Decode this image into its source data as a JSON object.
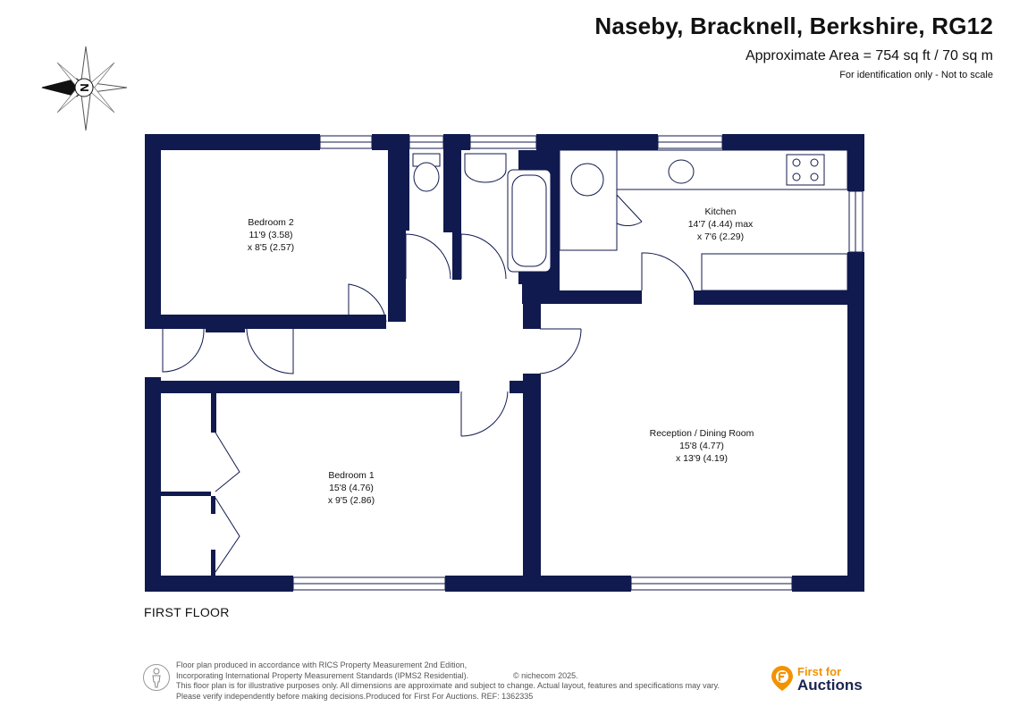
{
  "header": {
    "title": "Naseby, Bracknell, Berkshire, RG12",
    "area": "Approximate Area = 754 sq ft / 70 sq m",
    "identification": "For identification only - Not to scale"
  },
  "compass": {
    "letter": "N",
    "icon": "compass-rose-icon"
  },
  "rooms": {
    "bedroom2": {
      "name": "Bedroom 2",
      "dim1": "11'9 (3.58)",
      "dim2": "x 8'5 (2.57)"
    },
    "kitchen": {
      "name": "Kitchen",
      "dim1": "14'7 (4.44) max",
      "dim2": "x 7'6 (2.29)"
    },
    "bedroom1": {
      "name": "Bedroom 1",
      "dim1": "15'8 (4.76)",
      "dim2": "x 9'5 (2.86)"
    },
    "reception": {
      "name": "Reception / Dining Room",
      "dim1": "15'8 (4.77)",
      "dim2": "x 13'9 (4.19)"
    }
  },
  "floor_label": "FIRST FLOOR",
  "footer": {
    "lines": [
      "Floor plan produced in accordance with RICS Property Measurement 2nd Edition,",
      "Incorporating International Property Measurement Standards (IPMS2 Residential).",
      "This floor plan is for illustrative purposes only. All dimensions are approximate and subject to change. Actual layout, features and specifications may vary.",
      "Please verify independently before making decisions.Produced for First For Auctions.   REF:  1362335"
    ],
    "copyright": "© nichecom 2025."
  },
  "brand": {
    "line1": "First for",
    "line2": "Auctions",
    "accent": "#f39200",
    "navy": "#1a2451"
  },
  "colors": {
    "wall": "#101a4e"
  }
}
